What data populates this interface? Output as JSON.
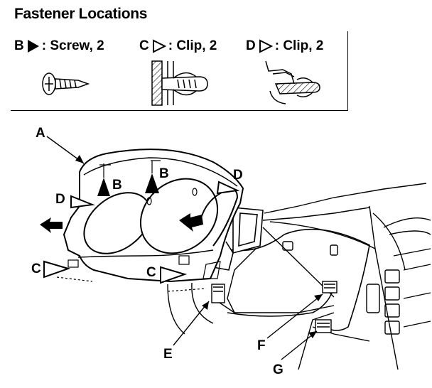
{
  "title": "Fastener Locations",
  "legend": [
    {
      "letter": "B",
      "icon": "filled-triangle-icon",
      "text": ": Screw, 2"
    },
    {
      "letter": "C",
      "icon": "open-triangle-icon",
      "text": ": Clip, 2"
    },
    {
      "letter": "D",
      "icon": "open-triangle-icon",
      "text": ": Clip, 2"
    }
  ],
  "callouts": {
    "A": "A",
    "B1": "B",
    "B2": "B",
    "C1": "C",
    "C2": "C",
    "D1": "D",
    "D2": "D",
    "E": "E",
    "F": "F",
    "G": "G"
  }
}
